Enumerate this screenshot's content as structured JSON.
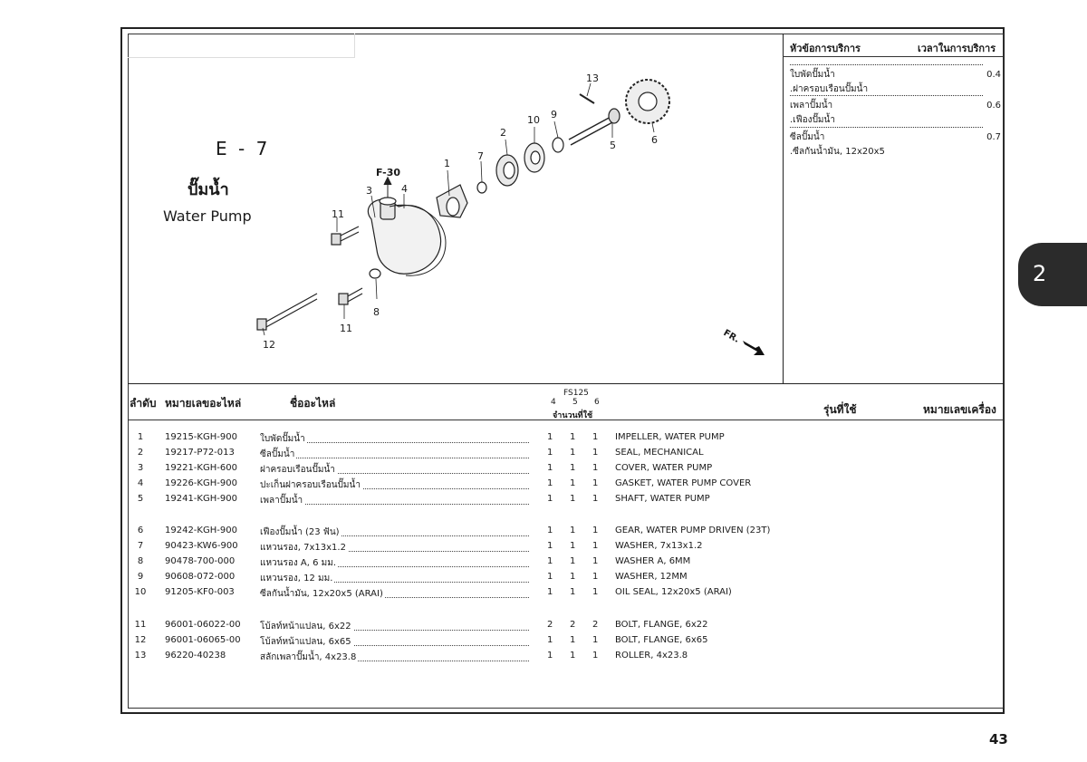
{
  "section": {
    "code": "E - 7",
    "name_thai": "ปั๊มน้ำ",
    "name_english": "Water Pump",
    "page_number": "43",
    "tab_number": "2"
  },
  "diagram": {
    "reference": "F-30",
    "direction_label": "FR.",
    "callouts": [
      "13",
      "9",
      "10",
      "2",
      "7",
      "1",
      "5",
      "6",
      "3",
      "4",
      "11",
      "11",
      "8",
      "12"
    ]
  },
  "service": {
    "title": "หัวข้อการบริการ",
    "time_header": "เวลาในการบริการ",
    "rows": [
      {
        "label": "ใบพัดปั๊มน้ำ",
        "time": "0.4"
      },
      {
        "label": ".ฝาครอบเรือนปั๊มน้ำ",
        "time": ""
      },
      {
        "label": "เพลาปั๊มน้ำ",
        "time": "0.6"
      },
      {
        "label": ".เฟืองปั๊มน้ำ",
        "time": ""
      },
      {
        "label": "ซีลปั๊มน้ำ",
        "time": "0.7"
      },
      {
        "label": ".ซีลกันน้ำมัน, 12x20x5",
        "time": ""
      }
    ]
  },
  "table": {
    "headers": {
      "no": "ลำดับ",
      "part_no": "หมายเลขอะไหล่",
      "name": "ชื่ออะไหล่",
      "model": "FS125",
      "cols": [
        "4",
        "5",
        "6"
      ],
      "qty": "จำนวนที่ใช้",
      "model_used": "รุ่นที่ใช้",
      "engine_no": "หมายเลขเครื่อง"
    },
    "rows": [
      {
        "no": "1",
        "part": "19215-KGH-900",
        "thai": "ใบพัดปั๊มน้ำ",
        "q": [
          "1",
          "1",
          "1"
        ],
        "eng": "IMPELLER, WATER PUMP"
      },
      {
        "no": "2",
        "part": "19217-P72-013",
        "thai": "ซีลปั๊มน้ำ",
        "q": [
          "1",
          "1",
          "1"
        ],
        "eng": "SEAL, MECHANICAL"
      },
      {
        "no": "3",
        "part": "19221-KGH-600",
        "thai": "ฝาครอบเรือนปั๊มน้ำ",
        "q": [
          "1",
          "1",
          "1"
        ],
        "eng": "COVER, WATER PUMP"
      },
      {
        "no": "4",
        "part": "19226-KGH-900",
        "thai": "ปะเก็นฝาครอบเรือนปั๊มน้ำ",
        "q": [
          "1",
          "1",
          "1"
        ],
        "eng": "GASKET, WATER PUMP COVER"
      },
      {
        "no": "5",
        "part": "19241-KGH-900",
        "thai": "เพลาปั๊มน้ำ",
        "q": [
          "1",
          "1",
          "1"
        ],
        "eng": "SHAFT, WATER PUMP"
      },
      {
        "no": "6",
        "part": "19242-KGH-900",
        "thai": "เฟืองปั๊มน้ำ (23 ฟัน)",
        "q": [
          "1",
          "1",
          "1"
        ],
        "eng": "GEAR, WATER PUMP DRIVEN (23T)"
      },
      {
        "no": "7",
        "part": "90423-KW6-900",
        "thai": "แหวนรอง, 7x13x1.2",
        "q": [
          "1",
          "1",
          "1"
        ],
        "eng": "WASHER, 7x13x1.2"
      },
      {
        "no": "8",
        "part": "90478-700-000",
        "thai": "แหวนรอง A, 6 มม.",
        "q": [
          "1",
          "1",
          "1"
        ],
        "eng": "WASHER A, 6MM"
      },
      {
        "no": "9",
        "part": "90608-072-000",
        "thai": "แหวนรอง, 12 มม.",
        "q": [
          "1",
          "1",
          "1"
        ],
        "eng": "WASHER, 12MM"
      },
      {
        "no": "10",
        "part": "91205-KF0-003",
        "thai": "ซีลกันน้ำมัน, 12x20x5 (ARAI)",
        "q": [
          "1",
          "1",
          "1"
        ],
        "eng": "OIL SEAL, 12x20x5 (ARAI)"
      },
      {
        "no": "11",
        "part": "96001-06022-00",
        "thai": "โบ้ลท์หน้าแปลน, 6x22",
        "q": [
          "2",
          "2",
          "2"
        ],
        "eng": "BOLT, FLANGE, 6x22"
      },
      {
        "no": "12",
        "part": "96001-06065-00",
        "thai": "โบ้ลท์หน้าแปลน, 6x65",
        "q": [
          "1",
          "1",
          "1"
        ],
        "eng": "BOLT, FLANGE, 6x65"
      },
      {
        "no": "13",
        "part": "96220-40238",
        "thai": "สลักเพลาปั๊มน้ำ, 4x23.8",
        "q": [
          "1",
          "1",
          "1"
        ],
        "eng": "ROLLER, 4x23.8"
      }
    ]
  }
}
